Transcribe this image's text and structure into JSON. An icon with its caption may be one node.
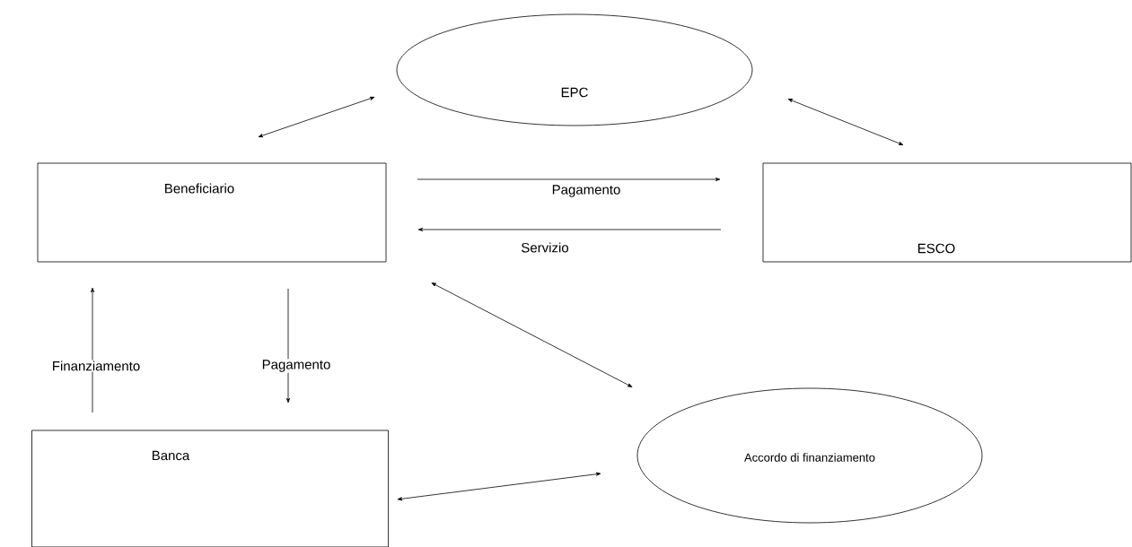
{
  "diagram": {
    "nodes": [
      {
        "text": [
          "EPC"
        ]
      },
      {
        "text": [
          "Beneficiario"
        ]
      },
      {
        "text": [
          "ESCO"
        ]
      },
      {
        "text": [
          "Banca"
        ]
      },
      {
        "text": [
          "Accordo di finanziamento"
        ]
      }
    ],
    "edges": [
      {
        "from": 1,
        "to": 0,
        "arrow": "both"
      },
      {
        "from": 0,
        "to": 2,
        "arrow": "both"
      },
      {
        "from": 1,
        "to": 2,
        "arrow": "to",
        "label": "Pagamento"
      },
      {
        "from": 2,
        "to": 1,
        "arrow": "to",
        "label": "Servizio"
      },
      {
        "from": 3,
        "to": 1,
        "arrow": "to",
        "label": "Finanziamento"
      },
      {
        "from": 1,
        "to": 3,
        "arrow": "to",
        "label": "Pagamento"
      },
      {
        "from": 1,
        "to": 4,
        "arrow": "both"
      },
      {
        "from": 3,
        "to": 4,
        "arrow": "both"
      }
    ]
  }
}
